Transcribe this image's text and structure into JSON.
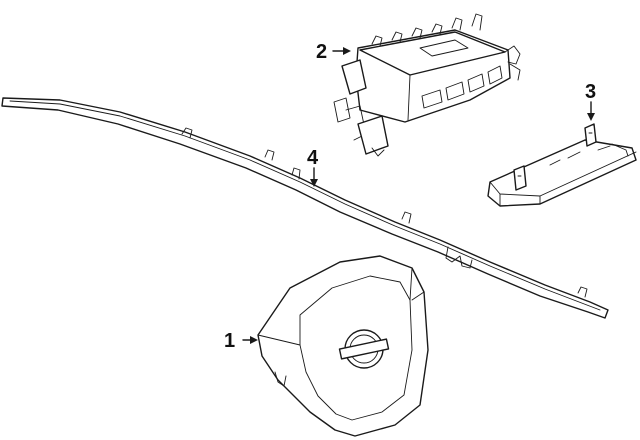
{
  "diagram": {
    "callouts": [
      {
        "id": "1",
        "label": "1"
      },
      {
        "id": "2",
        "label": "2"
      },
      {
        "id": "3",
        "label": "3"
      },
      {
        "id": "4",
        "label": "4"
      }
    ],
    "ink_color": "#1a1a1a",
    "background_color": "#ffffff",
    "emblem": "nissan-logo-icon"
  }
}
